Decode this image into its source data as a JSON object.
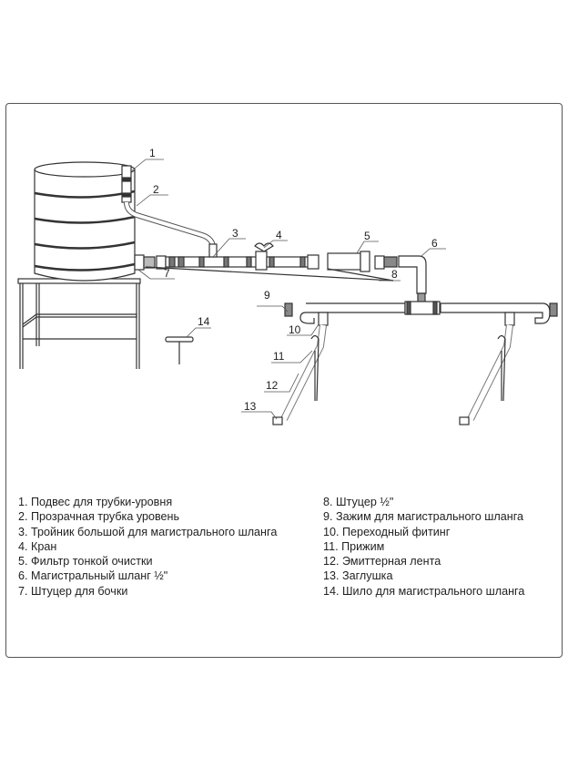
{
  "callouts": [
    "1",
    "2",
    "3",
    "4",
    "5",
    "6",
    "7",
    "8",
    "9",
    "10",
    "11",
    "12",
    "13",
    "14"
  ],
  "legend": {
    "left": [
      "1. Подвес для трубки-уровня",
      "2. Прозрачная трубка уровень",
      "3. Тройник большой для магистрального шланга",
      "4. Кран",
      "5. Фильтр тонкой очистки",
      "6. Магистральный шланг ½\"",
      "7. Штуцер для бочки"
    ],
    "right": [
      "8. Штуцер ½\"",
      "9. Зажим для магистрального шланга",
      "10. Переходный фитинг",
      "11. Прижим",
      "12. Эмиттерная лента",
      "13. Заглушка",
      "14. Шило для магистрального шланга"
    ]
  }
}
